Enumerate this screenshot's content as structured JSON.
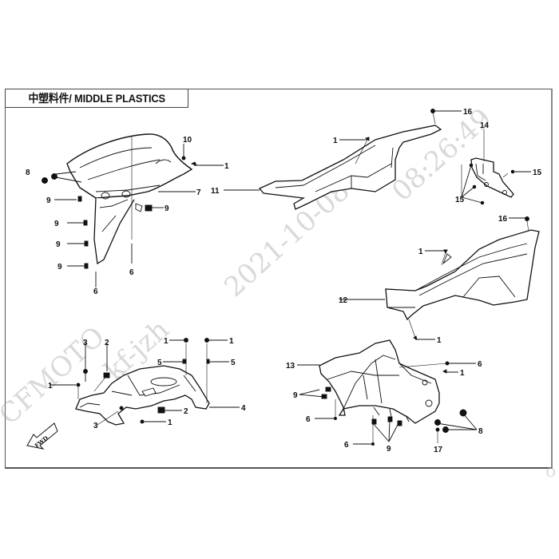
{
  "header": {
    "title": "中塑料件/ MIDDLE PLASTICS"
  },
  "watermark": {
    "brand": "CFMOTO",
    "user": "kf-jzh",
    "date": "2021-10-08",
    "time": "08:26:49"
  },
  "fwd_arrow": {
    "label": "FWD"
  },
  "assemblies": [
    {
      "id": "upper-left-panel",
      "callouts": [
        "10",
        "1",
        "8",
        "9",
        "9",
        "7",
        "9",
        "9",
        "9",
        "6",
        "6"
      ]
    },
    {
      "id": "upper-center-side-panel",
      "callouts": [
        "1",
        "16",
        "11"
      ]
    },
    {
      "id": "upper-right-bracket",
      "callouts": [
        "14",
        "15",
        "15",
        "16"
      ]
    },
    {
      "id": "right-side-panel",
      "callouts": [
        "1",
        "12",
        "1"
      ]
    },
    {
      "id": "lower-left-tank-cover",
      "callouts": [
        "3",
        "2",
        "1",
        "1",
        "5",
        "5",
        "1",
        "3",
        "2",
        "1",
        "4"
      ]
    },
    {
      "id": "lower-right-seat-cover",
      "callouts": [
        "13",
        "6",
        "1",
        "9",
        "6",
        "6",
        "9",
        "17",
        "8"
      ]
    }
  ],
  "callouts": {
    "c1": "1",
    "c2": "2",
    "c3": "3",
    "c4": "4",
    "c5": "5",
    "c6": "6",
    "c7": "7",
    "c8": "8",
    "c9": "9",
    "c10": "10",
    "c11": "11",
    "c12": "12",
    "c13": "13",
    "c14": "14",
    "c15": "15",
    "c16": "16",
    "c17": "17"
  }
}
